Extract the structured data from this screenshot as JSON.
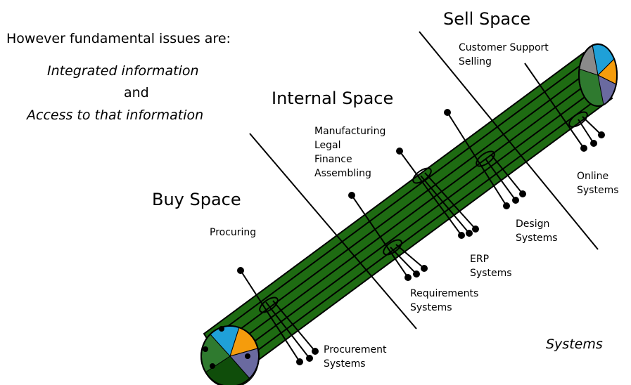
{
  "intro": {
    "line1": "However fundamental issues are:",
    "line2": "Integrated information",
    "line3": "and",
    "line4": "Access to that information"
  },
  "spaces": {
    "sell": "Sell Space",
    "internal": "Internal Space",
    "buy": "Buy Space"
  },
  "labels": {
    "customer_support": "Customer Support",
    "selling": "Selling",
    "manufacturing": "Manufacturing",
    "legal": "Legal",
    "finance": "Finance",
    "assembling": "Assembling",
    "procuring": "Procuring",
    "online_systems_1": "Online",
    "online_systems_2": "Systems",
    "design_systems_1": "Design",
    "design_systems_2": "Systems",
    "erp_systems_1": "ERP",
    "erp_systems_2": "Systems",
    "requirements_systems_1": "Requirements",
    "requirements_systems_2": "Systems",
    "procurement_systems_1": "Procurement",
    "procurement_systems_2": "Systems",
    "systems": "Systems"
  },
  "colors": {
    "pipe": "#1e6b12",
    "pipe_edge": "#000000",
    "slice_blue": "#1fa0d8",
    "slice_orange": "#f59c0c",
    "slice_purple": "#6a6aa0",
    "slice_green": "#2f7a2f",
    "slice_gray": "#8a8a8a",
    "slice_dark": "#0f4d0a"
  }
}
